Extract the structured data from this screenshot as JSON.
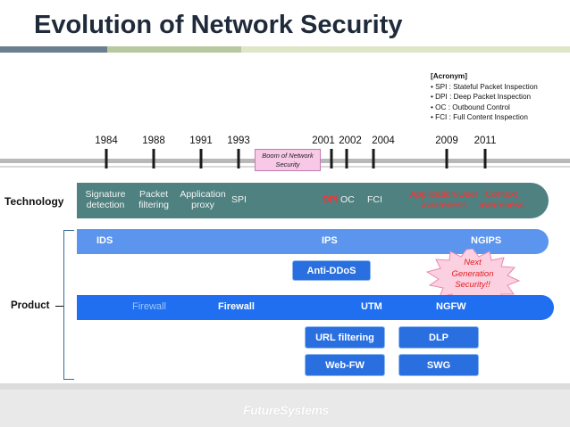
{
  "title": "Evolution of Network Security",
  "acronym": {
    "header": "[Acronym]",
    "items": [
      "• SPI : Stateful Packet Inspection",
      "• DPI : Deep Packet Inspection",
      "• OC : Outbound Control",
      "• FCI : Full Content Inspection"
    ]
  },
  "timeline": {
    "years": [
      "1984",
      "1988",
      "1991",
      "1993",
      "2001",
      "2002",
      "2004",
      "2009",
      "2011"
    ],
    "annotation": [
      "Boom of Network",
      "Security"
    ]
  },
  "technology": {
    "label": "Technology",
    "items": {
      "signature": [
        "Signature",
        "detection"
      ],
      "packet": [
        "Packet",
        "filtering"
      ],
      "proxy": [
        "Application",
        "proxy"
      ],
      "spi": "SPI",
      "dpi": "DPI",
      "oc": "OC",
      "fci": "FCI",
      "app_user": [
        "Application/User",
        "awareness"
      ],
      "context": [
        "Context",
        "awareness"
      ]
    }
  },
  "product": {
    "label": "Product",
    "ids_band": {
      "ids": "IDS",
      "ips": "IPS",
      "ngips": "NGIPS"
    },
    "fw_band": {
      "firewall1": "Firewall",
      "firewall2": "Firewall",
      "utm": "UTM",
      "ngfw": "NGFW"
    },
    "boxes": {
      "anti_ddos": "Anti-DDoS",
      "url_filtering": "URL filtering",
      "web_fw": "Web-FW",
      "dlp": "DLP",
      "swg": "SWG"
    },
    "next_gen": [
      "Next",
      "Generation",
      "Security!!"
    ]
  },
  "footer": {
    "logo": "FutureSystems"
  },
  "colors": {
    "title": "#1f2a3a",
    "tech_band": "#4f8181",
    "ids_band": "#5b95ee",
    "fw_band": "#1f6ff0",
    "accent_red": "#ff3030",
    "boom_fill": "#f7c9e6",
    "star_fill": "#fbd0e0"
  }
}
